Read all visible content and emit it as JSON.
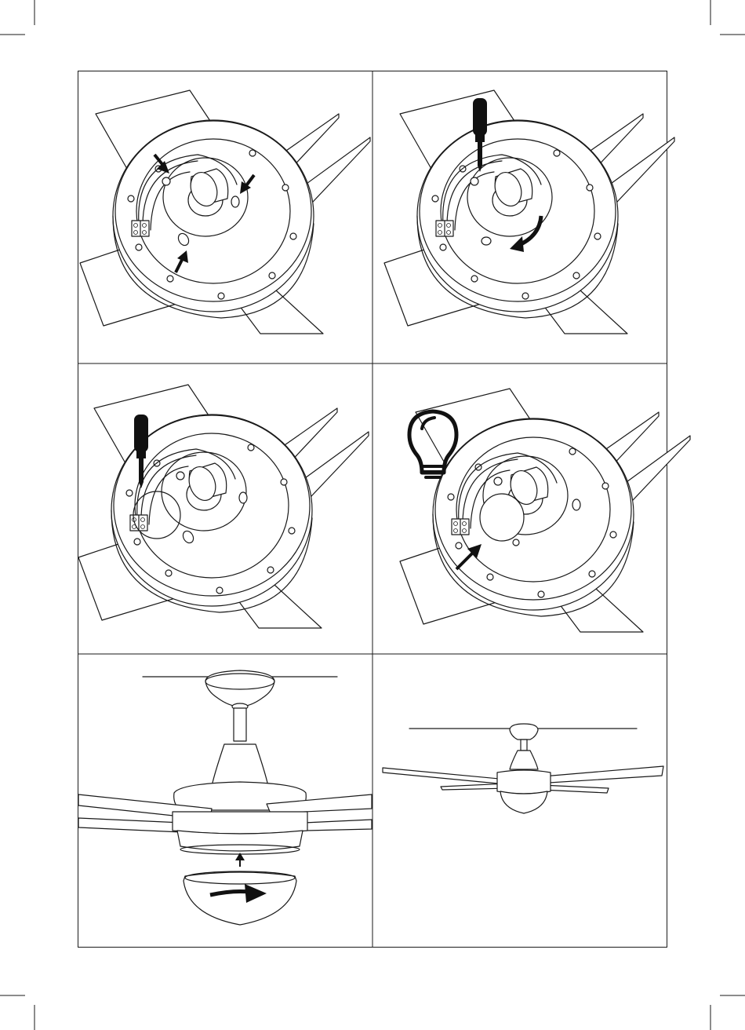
{
  "page": {
    "background": "#ffffff",
    "line_color": "#1a1a1a",
    "fill_color": "#111111"
  },
  "panels": [
    {
      "id": "step-1",
      "icons": [
        "arrow-icon",
        "arrow-icon",
        "arrow-icon"
      ]
    },
    {
      "id": "step-2",
      "icons": [
        "screwdriver-icon",
        "rotate-arrow-icon"
      ]
    },
    {
      "id": "step-3",
      "icons": [
        "screwdriver-icon",
        "highlight-circle"
      ]
    },
    {
      "id": "step-4",
      "icons": [
        "light-bulb-icon",
        "arrow-icon"
      ]
    },
    {
      "id": "step-5",
      "icons": [
        "arrow-up-icon",
        "rotate-arrow-icon"
      ]
    },
    {
      "id": "step-6",
      "icons": [
        "ceiling-fan-icon"
      ]
    }
  ]
}
